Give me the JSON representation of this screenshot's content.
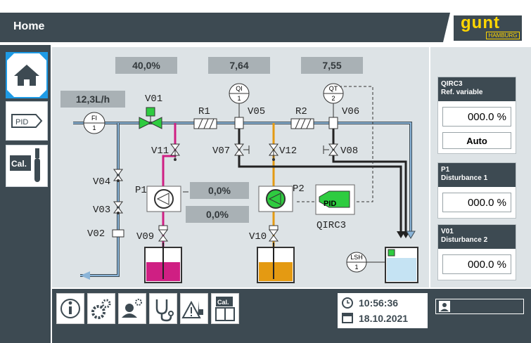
{
  "header": {
    "title": "Home",
    "logo_text": "gunt",
    "logo_sub": "HAMBURG"
  },
  "sidebar": {
    "items": [
      {
        "name": "home",
        "label": ""
      },
      {
        "name": "pid",
        "label": "PID"
      },
      {
        "name": "cal",
        "label": "Cal."
      }
    ]
  },
  "process": {
    "v01_value": "40,0%",
    "qi_value": "7,64",
    "qt_value": "7,55",
    "flow_value": "12,3L/h",
    "p1_value": "0,0%",
    "p2_value": "0,0%",
    "labels": {
      "v01": "V01",
      "r1": "R1",
      "v05": "V05",
      "r2": "R2",
      "v06": "V06",
      "v11": "V11",
      "v07": "V07",
      "v12": "V12",
      "v08": "V08",
      "v04": "V04",
      "v03": "V03",
      "v02": "V02",
      "v09": "V09",
      "v10": "V10",
      "p1": "P1",
      "p2": "P2",
      "pid": "PID",
      "qirc3": "QIRC3",
      "fi": "FI",
      "fi_num": "1",
      "qi": "QI",
      "qi_num": "1",
      "qt": "QT",
      "qt_num": "2",
      "lsh": "LSH",
      "lsh_num": "1"
    }
  },
  "right_panel": {
    "qirc3": {
      "title1": "QIRC3",
      "title2": "Ref. variable",
      "value": "000.0",
      "unit": "%",
      "mode": "Auto"
    },
    "p1": {
      "title1": "P1",
      "title2": "Disturbance 1",
      "value": "000.0",
      "unit": "%"
    },
    "v01": {
      "title1": "V01",
      "title2": "Disturbance 2",
      "value": "000.0",
      "unit": "%"
    }
  },
  "toolbar": {
    "cal_label": "Cal."
  },
  "status": {
    "time": "10:56:36",
    "date": "18.10.2021"
  },
  "colors": {
    "dark": "#3d4a52",
    "blue": "#8ab4d8",
    "magenta": "#cf1f83",
    "orange": "#e49a12",
    "green": "#2ecc40",
    "brand": "#ffd600"
  }
}
